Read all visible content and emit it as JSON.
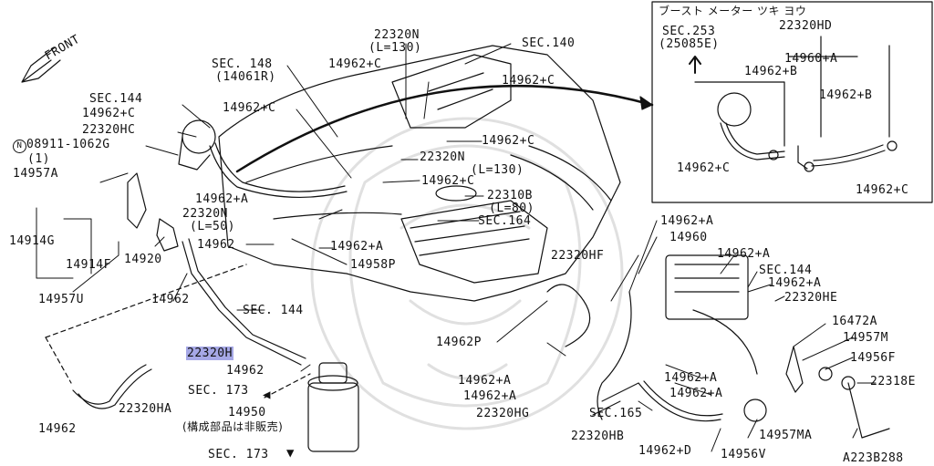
{
  "labels": {
    "front": "FRONT",
    "sec148": "SEC. 148",
    "sec148_sub": "(14061R)",
    "n22320N_top": "22320N",
    "l130_top": "(L=130)",
    "sec140": "SEC.140",
    "c1": "14962+C",
    "c2": "14962+C",
    "sec144_a": "SEC.144",
    "c3": "14962+C",
    "hc": "22320HC",
    "n08911": "08911-1062G",
    "n08911_sub": "(1)",
    "c4": "14962+C",
    "c5": "14962+C",
    "n14957A": "14957A",
    "n22320N_mid": "22320N",
    "l130_mid": "(L=130)",
    "c6": "14962+C",
    "a1": "14962+A",
    "n22310B": "22310B",
    "l80": "(L=80)",
    "n22320N_low": "22320N",
    "l50": "(L=50)",
    "sec164": "SEC.164",
    "n14914G": "14914G",
    "n14962_a": "14962",
    "a2": "14962+A",
    "n14914F": "14914F",
    "n14920": "14920",
    "n14958P": "14958P",
    "n14957U": "14957U",
    "n14962_b": "14962",
    "sec144_b": "SEC. 144",
    "n22320H": "22320H",
    "n14962_c": "14962",
    "sec173_a": "SEC. 173",
    "n14950": "14950",
    "n14950_sub": "(構成部品は非販売)",
    "sec173_b": "SEC. 173",
    "n14962_d": "14962",
    "n22320HA": "22320HA",
    "a3": "14962+A",
    "n14960": "14960",
    "n22320HF": "22320HF",
    "a4": "14962+A",
    "sec144_c": "SEC.144",
    "a5": "14962+A",
    "n22320HE": "22320HE",
    "p1": "14962P",
    "a6": "14962+A",
    "a7": "14962+A",
    "n16472A": "16472A",
    "n14957M": "14957M",
    "n14956F": "14956F",
    "a8": "14962+A",
    "a9": "14962+A",
    "n22318E": "22318E",
    "n22320HG": "22320HG",
    "sec165": "SEC.165",
    "n22320HB": "22320HB",
    "d1": "14962+D",
    "n14956V": "14956V",
    "n14957MA": "14957MA",
    "ref": "A223B288"
  },
  "inset": {
    "title": "ブースト メーター ツキ ヨウ",
    "sec253": "SEC.253",
    "sec253_sub": "(25085E)",
    "n22320HD": "22320HD",
    "n14960A": "14960+A",
    "b1": "14962+B",
    "b2": "14962+B",
    "c1": "14962+C",
    "c2": "14962+C"
  },
  "colors": {
    "line": "#111111",
    "highlight": "#a6a8e6",
    "watermark": "#d9d9d9"
  }
}
